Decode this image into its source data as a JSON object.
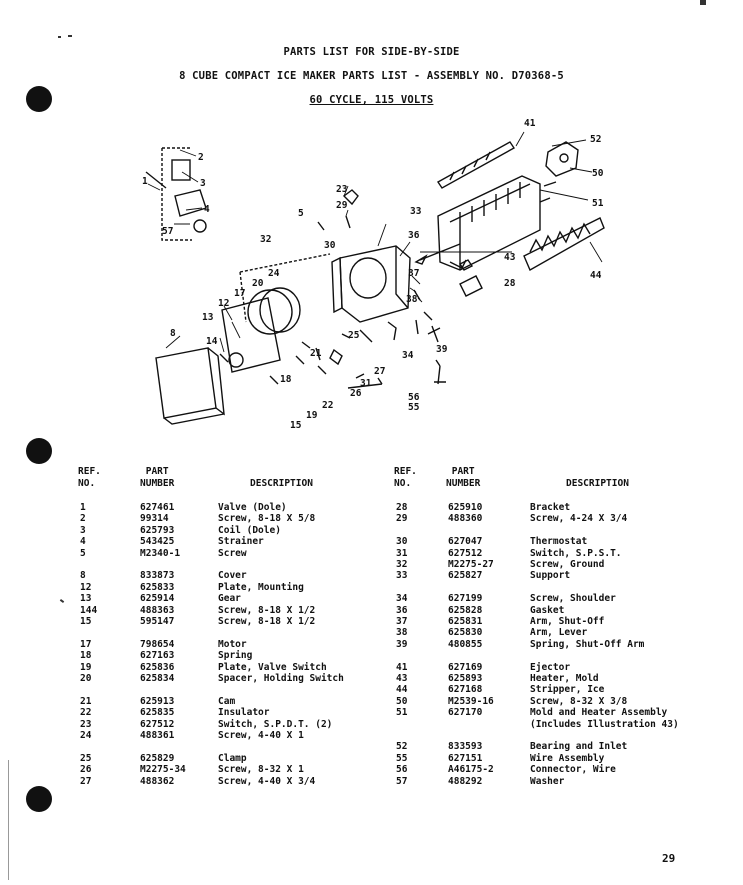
{
  "header": {
    "line1": "PARTS LIST FOR SIDE-BY-SIDE",
    "line2": "8 CUBE COMPACT ICE MAKER PARTS LIST - ASSEMBLY NO.  D70368-5",
    "line3": "60 CYCLE, 115 VOLTS"
  },
  "columns": {
    "ref": [
      "REF.",
      "NO."
    ],
    "part": [
      "PART",
      "NUMBER"
    ],
    "desc": "DESCRIPTION"
  },
  "callouts": [
    "1",
    "2",
    "3",
    "4",
    "57",
    "5",
    "8",
    "12",
    "13",
    "14",
    "15",
    "17",
    "18",
    "19",
    "20",
    "21",
    "22",
    "23",
    "24",
    "25",
    "26",
    "27",
    "28",
    "29",
    "30",
    "31",
    "32",
    "33",
    "34",
    "36",
    "37",
    "38",
    "39",
    "41",
    "43",
    "44",
    "50",
    "51",
    "52",
    "55",
    "56"
  ],
  "left_groups": [
    [
      [
        "1",
        "627461",
        "Valve (Dole)"
      ],
      [
        "2",
        "99314",
        "Screw, 8-18 X 5/8"
      ],
      [
        "3",
        "625793",
        "Coil (Dole)"
      ],
      [
        "4",
        "543425",
        "Strainer"
      ],
      [
        "5",
        "M2340-1",
        "Screw"
      ]
    ],
    [
      [
        "8",
        "833873",
        "Cover"
      ],
      [
        "12",
        "625833",
        "Plate, Mounting"
      ],
      [
        "13",
        "625914",
        "Gear"
      ],
      [
        "144",
        "488363",
        "Screw, 8-18 X 1/2"
      ],
      [
        "15",
        "595147",
        "Screw, 8-18 X 1/2"
      ]
    ],
    [
      [
        "17",
        "798654",
        "Motor"
      ],
      [
        "18",
        "627163",
        "Spring"
      ],
      [
        "19",
        "625836",
        "Plate, Valve Switch"
      ],
      [
        "20",
        "625834",
        "Spacer, Holding Switch"
      ]
    ],
    [
      [
        "21",
        "625913",
        "Cam"
      ],
      [
        "22",
        "625835",
        "Insulator"
      ],
      [
        "23",
        "627512",
        "Switch, S.P.D.T. (2)"
      ],
      [
        "24",
        "488361",
        "Screw, 4-40 X 1"
      ]
    ],
    [
      [
        "25",
        "625829",
        "Clamp"
      ],
      [
        "26",
        "M2275-34",
        "Screw, 8-32 X 1"
      ],
      [
        "27",
        "488362",
        "Screw, 4-40 X 3/4"
      ]
    ]
  ],
  "right_groups": [
    [
      [
        "28",
        "625910",
        "Bracket"
      ],
      [
        "29",
        "488360",
        "Screw, 4-24 X 3/4"
      ]
    ],
    [
      [
        "30",
        "627047",
        "Thermostat"
      ],
      [
        "31",
        "627512",
        "Switch, S.P.S.T."
      ],
      [
        "32",
        "M2275-27",
        "Screw, Ground"
      ],
      [
        "33",
        "625827",
        "Support"
      ]
    ],
    [
      [
        "34",
        "627199",
        "Screw, Shoulder"
      ],
      [
        "36",
        "625828",
        "Gasket"
      ],
      [
        "37",
        "625831",
        "Arm, Shut-Off"
      ],
      [
        "38",
        "625830",
        "Arm, Lever"
      ],
      [
        "39",
        "480855",
        "Spring, Shut-Off Arm"
      ]
    ],
    [
      [
        "41",
        "627169",
        "Ejector"
      ],
      [
        "43",
        "625893",
        "Heater, Mold"
      ],
      [
        "44",
        "627168",
        "Stripper, Ice"
      ],
      [
        "50",
        "M2539-16",
        "Screw, 8-32 X 3/8"
      ],
      [
        "51",
        "627170",
        "Mold and Heater Assembly"
      ],
      [
        "",
        "",
        "(Includes Illustration 43)"
      ]
    ],
    [
      [
        "52",
        "833593",
        "Bearing and Inlet"
      ],
      [
        "55",
        "627151",
        "Wire Assembly"
      ],
      [
        "56",
        "A46175-2",
        "Connector, Wire"
      ],
      [
        "57",
        "488292",
        "Washer"
      ]
    ]
  ],
  "page_number": "29"
}
